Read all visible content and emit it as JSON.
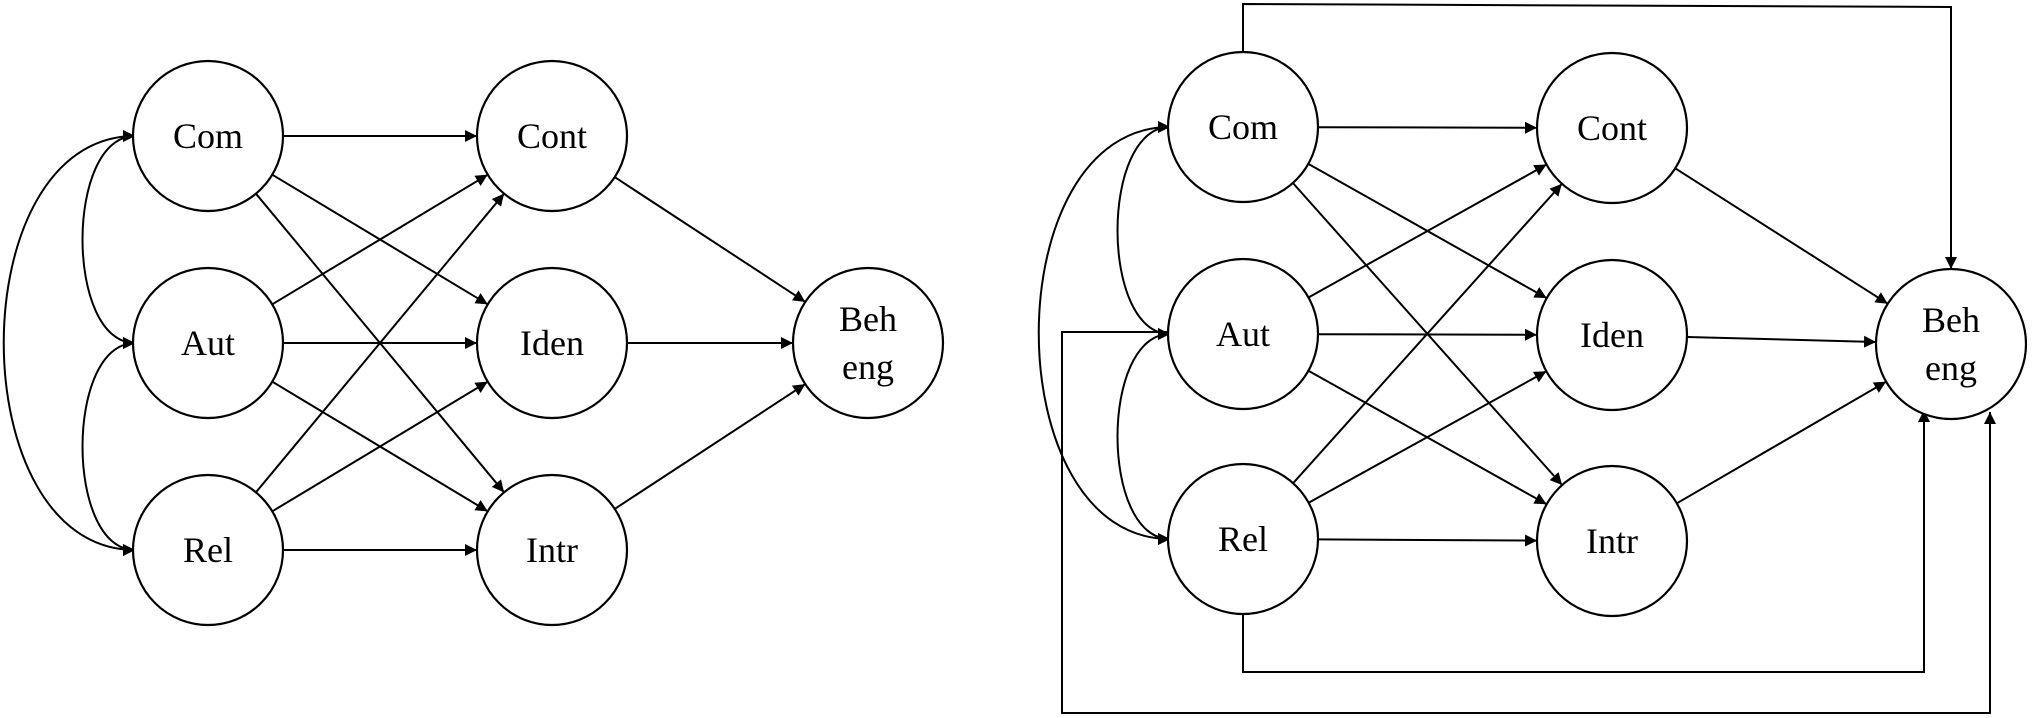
{
  "diagrams": [
    {
      "id": "model-a",
      "nodes": [
        {
          "id": "com",
          "lines": [
            "Com"
          ]
        },
        {
          "id": "aut",
          "lines": [
            "Aut"
          ]
        },
        {
          "id": "rel",
          "lines": [
            "Rel"
          ]
        },
        {
          "id": "cont",
          "lines": [
            "Cont"
          ]
        },
        {
          "id": "iden",
          "lines": [
            "Iden"
          ]
        },
        {
          "id": "intr",
          "lines": [
            "Intr"
          ]
        },
        {
          "id": "beh",
          "lines": [
            "Beh",
            "eng"
          ]
        }
      ],
      "edges": [
        {
          "from": "com",
          "to": "cont"
        },
        {
          "from": "com",
          "to": "iden"
        },
        {
          "from": "com",
          "to": "intr"
        },
        {
          "from": "aut",
          "to": "cont"
        },
        {
          "from": "aut",
          "to": "iden"
        },
        {
          "from": "aut",
          "to": "intr"
        },
        {
          "from": "rel",
          "to": "cont"
        },
        {
          "from": "rel",
          "to": "iden"
        },
        {
          "from": "rel",
          "to": "intr"
        },
        {
          "from": "cont",
          "to": "beh"
        },
        {
          "from": "iden",
          "to": "beh"
        },
        {
          "from": "intr",
          "to": "beh"
        }
      ],
      "correlations": [
        {
          "from": "com",
          "to": "aut"
        },
        {
          "from": "aut",
          "to": "rel"
        },
        {
          "from": "com",
          "to": "rel"
        }
      ]
    },
    {
      "id": "model-b",
      "nodes": [
        {
          "id": "com",
          "lines": [
            "Com"
          ]
        },
        {
          "id": "aut",
          "lines": [
            "Aut"
          ]
        },
        {
          "id": "rel",
          "lines": [
            "Rel"
          ]
        },
        {
          "id": "cont",
          "lines": [
            "Cont"
          ]
        },
        {
          "id": "iden",
          "lines": [
            "Iden"
          ]
        },
        {
          "id": "intr",
          "lines": [
            "Intr"
          ]
        },
        {
          "id": "beh",
          "lines": [
            "Beh",
            "eng"
          ]
        }
      ],
      "edges": [
        {
          "from": "com",
          "to": "cont"
        },
        {
          "from": "com",
          "to": "iden"
        },
        {
          "from": "com",
          "to": "intr"
        },
        {
          "from": "aut",
          "to": "cont"
        },
        {
          "from": "aut",
          "to": "iden"
        },
        {
          "from": "aut",
          "to": "intr"
        },
        {
          "from": "rel",
          "to": "cont"
        },
        {
          "from": "rel",
          "to": "iden"
        },
        {
          "from": "rel",
          "to": "intr"
        },
        {
          "from": "cont",
          "to": "beh"
        },
        {
          "from": "iden",
          "to": "beh"
        },
        {
          "from": "intr",
          "to": "beh"
        }
      ],
      "correlations": [
        {
          "from": "com",
          "to": "aut"
        },
        {
          "from": "aut",
          "to": "rel"
        },
        {
          "from": "com",
          "to": "rel"
        }
      ],
      "direct_paths": [
        {
          "from": "com",
          "to": "beh"
        },
        {
          "from": "aut",
          "to": "beh"
        },
        {
          "from": "rel",
          "to": "beh"
        }
      ]
    }
  ]
}
